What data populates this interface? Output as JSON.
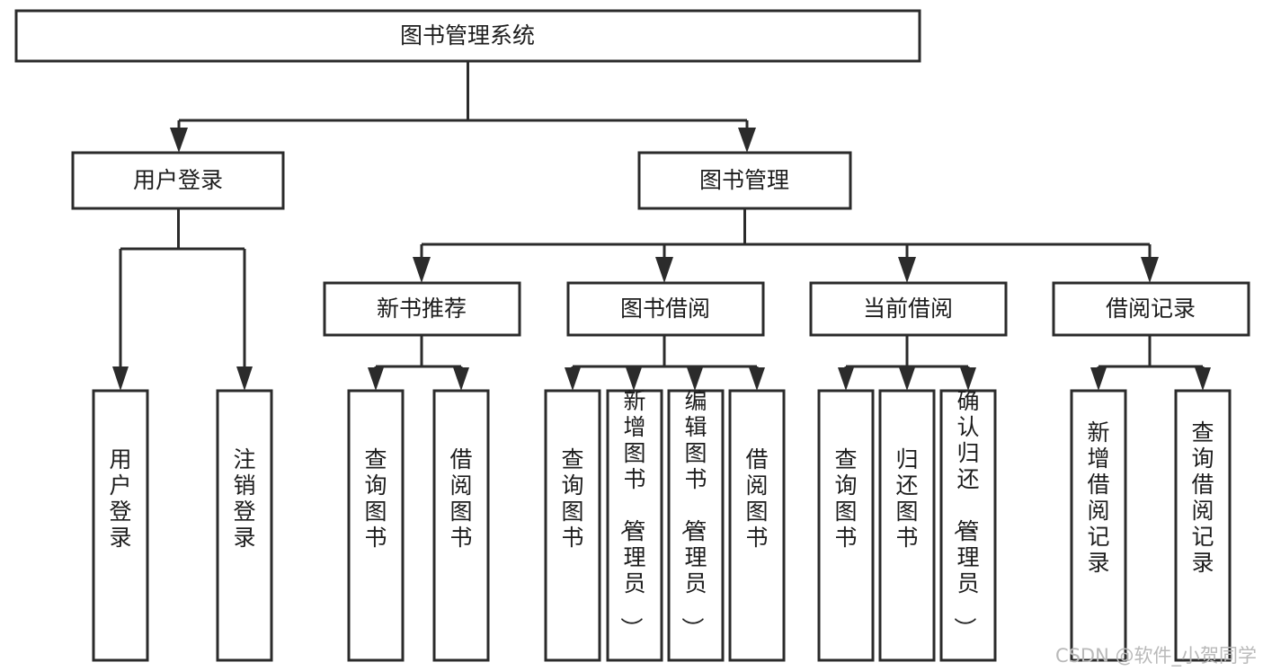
{
  "diagram": {
    "type": "tree-hierarchy",
    "title": "图书管理系统",
    "root": {
      "id": "root",
      "label": "图书管理系统",
      "orientation": "horizontal"
    },
    "level2": [
      {
        "id": "user-login",
        "label": "用户登录",
        "orientation": "horizontal"
      },
      {
        "id": "book-manage",
        "label": "图书管理",
        "orientation": "horizontal"
      }
    ],
    "level3": [
      {
        "id": "new-book-recommend",
        "label": "新书推荐",
        "orientation": "horizontal",
        "parent": "book-manage"
      },
      {
        "id": "book-borrow",
        "label": "图书借阅",
        "orientation": "horizontal",
        "parent": "book-manage"
      },
      {
        "id": "current-borrow",
        "label": "当前借阅",
        "orientation": "horizontal",
        "parent": "book-manage"
      },
      {
        "id": "borrow-record",
        "label": "借阅记录",
        "orientation": "horizontal",
        "parent": "book-manage"
      }
    ],
    "leaves": [
      {
        "id": "leaf-user-login",
        "label": "用户登录",
        "orientation": "vertical",
        "parent": "user-login"
      },
      {
        "id": "leaf-user-logout",
        "label": "注销登录",
        "orientation": "vertical",
        "parent": "user-login"
      },
      {
        "id": "leaf-query-book-1",
        "label": "查询图书",
        "orientation": "vertical",
        "parent": "new-book-recommend"
      },
      {
        "id": "leaf-borrow-book-1",
        "label": "借阅图书",
        "orientation": "vertical",
        "parent": "new-book-recommend"
      },
      {
        "id": "leaf-query-book-2",
        "label": "查询图书",
        "orientation": "vertical",
        "parent": "book-borrow"
      },
      {
        "id": "leaf-add-book",
        "label": "新增图书（管理员）",
        "orientation": "vertical",
        "parent": "book-borrow"
      },
      {
        "id": "leaf-edit-book",
        "label": "编辑图书（管理员）",
        "orientation": "vertical",
        "parent": "book-borrow"
      },
      {
        "id": "leaf-borrow-book-2",
        "label": "借阅图书",
        "orientation": "vertical",
        "parent": "book-borrow"
      },
      {
        "id": "leaf-query-book-3",
        "label": "查询图书",
        "orientation": "vertical",
        "parent": "current-borrow"
      },
      {
        "id": "leaf-return-book",
        "label": "归还图书",
        "orientation": "vertical",
        "parent": "current-borrow"
      },
      {
        "id": "leaf-confirm-return",
        "label": "确认归还（管理员）",
        "orientation": "vertical",
        "parent": "current-borrow"
      },
      {
        "id": "leaf-add-record",
        "label": "新增借阅记录",
        "orientation": "vertical",
        "parent": "borrow-record"
      },
      {
        "id": "leaf-query-record",
        "label": "查询借阅记录",
        "orientation": "vertical",
        "parent": "borrow-record"
      }
    ]
  },
  "watermark": {
    "text": "CSDN @软件_小贺同学"
  },
  "colors": {
    "stroke": "#2b2b2b",
    "fill": "#ffffff",
    "text": "#1d1d1d",
    "watermark": "#b9b9b9",
    "background": "#ffffff"
  }
}
